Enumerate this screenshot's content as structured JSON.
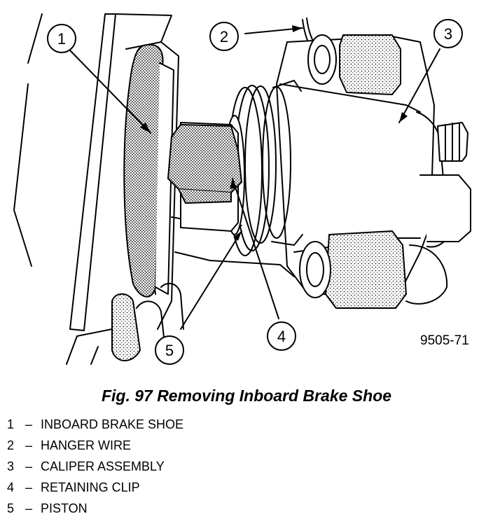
{
  "figure": {
    "id": "9505-71",
    "caption": "Fig. 97 Removing Inboard Brake Shoe"
  },
  "callouts": [
    {
      "number": "1",
      "label": "INBOARD BRAKE SHOE"
    },
    {
      "number": "2",
      "label": "HANGER WIRE"
    },
    {
      "number": "3",
      "label": "CALIPER ASSEMBLY"
    },
    {
      "number": "4",
      "label": "RETAINING CLIP"
    },
    {
      "number": "5",
      "label": "PISTON"
    }
  ],
  "legend_separator": "–"
}
